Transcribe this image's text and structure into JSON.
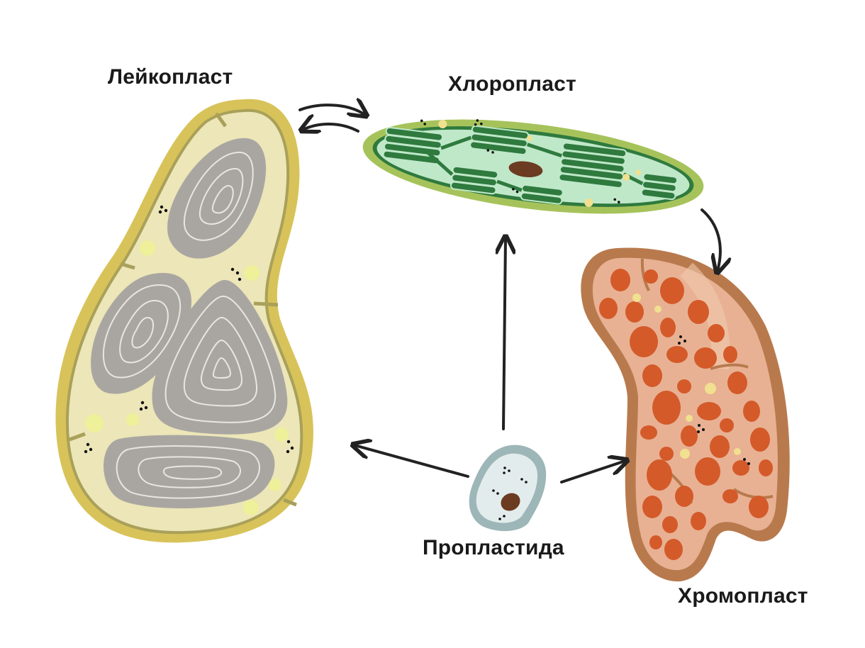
{
  "labels": {
    "leucoplast": "Лейкопласт",
    "chloroplast": "Хлоропласт",
    "chromoplast": "Хромопласт",
    "proplastid": "Пропластида"
  },
  "colors": {
    "leucoplast_outer": "#d8c35a",
    "leucoplast_fill": "#ece6b8",
    "leucoplast_starch": "#a9a6a2",
    "chloroplast_outer": "#a6c35b",
    "chloroplast_fill": "#bfe8c9",
    "thylakoid": "#2f7a3e",
    "chromoplast_outer": "#b87a4d",
    "chromoplast_fill": "#e8b193",
    "chromoplast_globule": "#d45a2a",
    "proplastid_outer": "#9db6b8",
    "proplastid_fill": "#e3ecec",
    "nucleoid": "#6b3b22",
    "arrow": "#222222"
  }
}
